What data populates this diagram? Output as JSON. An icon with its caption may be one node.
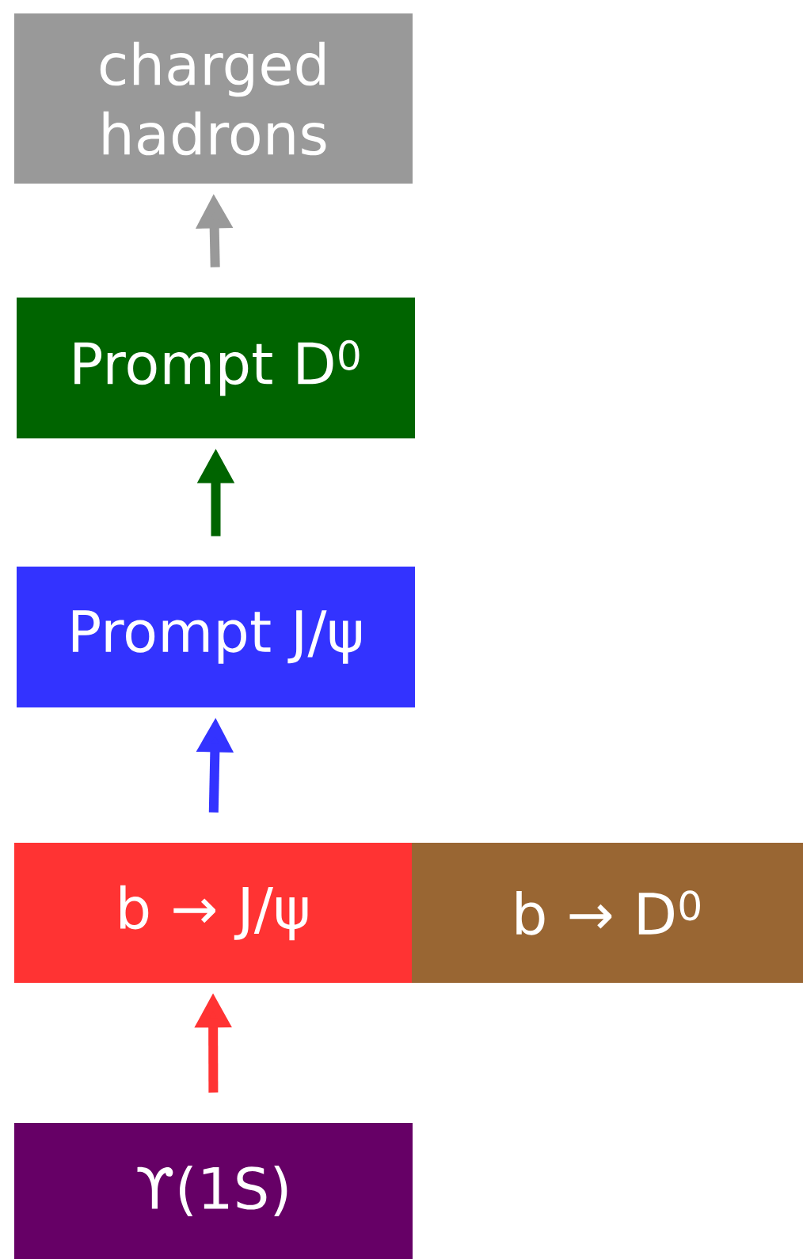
{
  "diagram": {
    "nodes": [
      {
        "text": [
          "charged hadrons"
        ]
      },
      {
        "text": [
          "Prompt D$^{0}$"
        ]
      },
      {
        "text": [
          "Prompt J/ψ"
        ]
      },
      {
        "text": [
          "b → J/ψ"
        ]
      },
      {
        "text": [
          "b → D$^{0}$"
        ]
      },
      {
        "text": [
          "ϒ(1S)"
        ]
      }
    ],
    "edges": [
      {
        "from": 5,
        "to": 3,
        "arrow": "to",
        "color": "#ff3333"
      },
      {
        "from": 3,
        "to": 2,
        "arrow": "to",
        "color": "#3333ff"
      },
      {
        "from": 2,
        "to": 1,
        "arrow": "to",
        "color": "#006400"
      },
      {
        "from": 1,
        "to": 0,
        "arrow": "to",
        "color": "#999999"
      }
    ]
  }
}
